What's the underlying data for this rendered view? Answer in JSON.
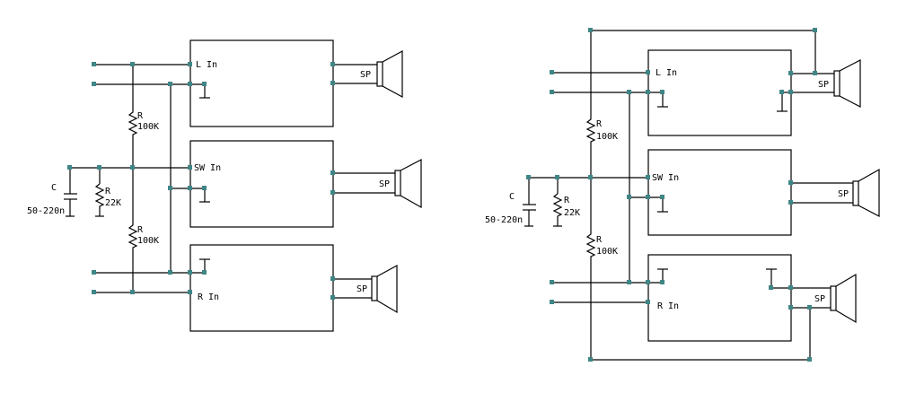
{
  "diagram": {
    "title": "",
    "colors": {
      "wire": "#000000",
      "node": "#3f8686",
      "background": "#ffffff"
    },
    "circuits": [
      {
        "name": "left-circuit",
        "amplifiers": [
          {
            "id": "amp-left",
            "label": "L In",
            "speaker_label": "SP"
          },
          {
            "id": "amp-sub",
            "label": "SW In",
            "speaker_label": "SP"
          },
          {
            "id": "amp-right",
            "label": "R In",
            "speaker_label": "SP"
          }
        ],
        "components": {
          "r_top": {
            "name": "R",
            "value": "100K"
          },
          "r_bottom": {
            "name": "R",
            "value": "100K"
          },
          "r_shunt": {
            "name": "R",
            "value": "22K"
          },
          "cap": {
            "name": "C",
            "value": "50-220n"
          }
        }
      },
      {
        "name": "right-circuit",
        "amplifiers": [
          {
            "id": "amp-left",
            "label": "L In",
            "speaker_label": "SP"
          },
          {
            "id": "amp-sub",
            "label": "SW In",
            "speaker_label": "SP"
          },
          {
            "id": "amp-right",
            "label": "R In",
            "speaker_label": "SP"
          }
        ],
        "components": {
          "r_top": {
            "name": "R",
            "value": "100K"
          },
          "r_bottom": {
            "name": "R",
            "value": "100K"
          },
          "r_shunt": {
            "name": "R",
            "value": "22K"
          },
          "cap": {
            "name": "C",
            "value": "50-220n"
          }
        }
      }
    ]
  }
}
